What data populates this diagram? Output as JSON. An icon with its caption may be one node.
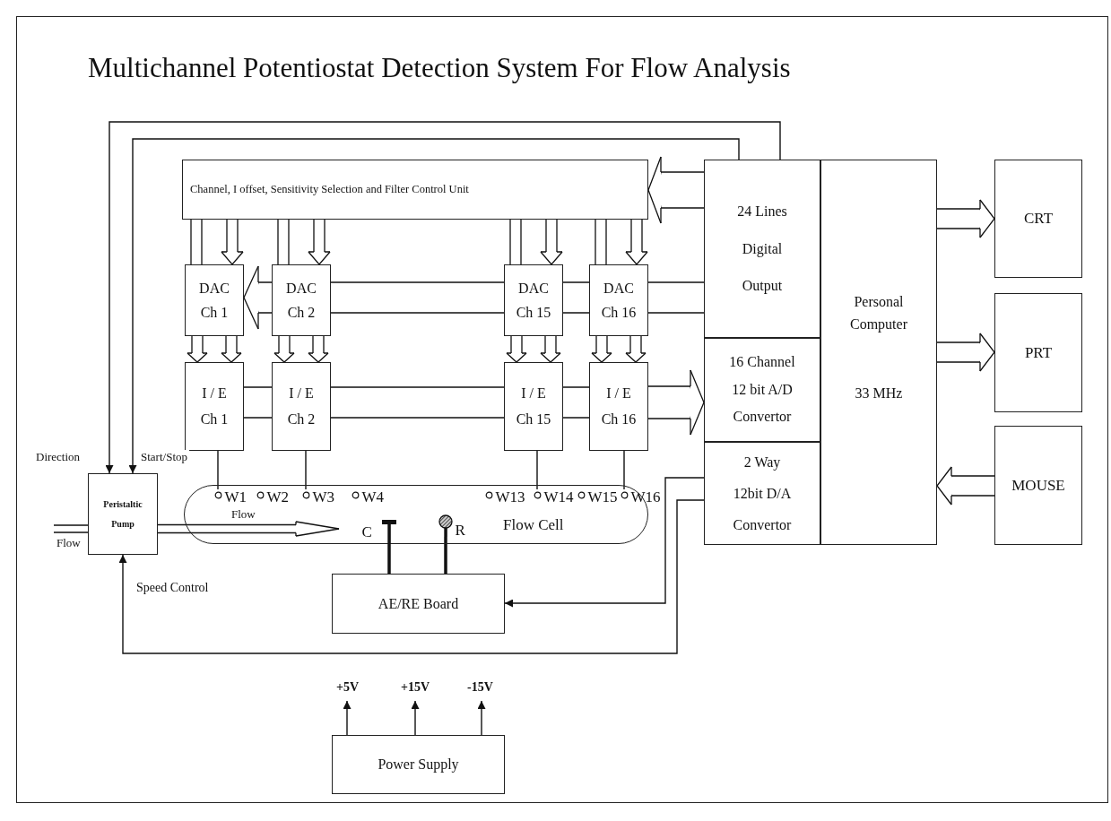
{
  "diagram": {
    "title": "Multichannel Potentiostat Detection System For Flow Analysis",
    "nodes": [
      {
        "text": [
          "Channel, I offset, Sensitivity Selection and Filter Control Unit"
        ]
      },
      {
        "text": [
          "24 Lines Digital Output"
        ]
      },
      {
        "text": [
          "16 Channel 12 bit A/D Convertor"
        ]
      },
      {
        "text": [
          "2 Way 12bit D/A Convertor"
        ]
      },
      {
        "text": [
          "Personal Computer",
          "33 MHz"
        ]
      },
      {
        "text": [
          "CRT"
        ]
      },
      {
        "text": [
          "PRT"
        ]
      },
      {
        "text": [
          "MOUSE"
        ]
      },
      {
        "text": [
          "DAC Ch 1"
        ]
      },
      {
        "text": [
          "DAC Ch 2"
        ]
      },
      {
        "text": [
          "DAC Ch 15"
        ]
      },
      {
        "text": [
          "DAC Ch 16"
        ]
      },
      {
        "text": [
          "I / E Ch 1"
        ]
      },
      {
        "text": [
          "I / E Ch 2"
        ]
      },
      {
        "text": [
          "I / E Ch 15"
        ]
      },
      {
        "text": [
          "I / E Ch 16"
        ]
      },
      {
        "text": [
          "Peristaltic Pump"
        ]
      },
      {
        "text": [
          "Flow Cell"
        ]
      },
      {
        "text": [
          "W1"
        ],
        "in": 17
      },
      {
        "text": [
          "W2"
        ],
        "in": 17
      },
      {
        "text": [
          "W3"
        ],
        "in": 17
      },
      {
        "text": [
          "W4"
        ],
        "in": 17
      },
      {
        "text": [
          "W13"
        ],
        "in": 17
      },
      {
        "text": [
          "W14"
        ],
        "in": 17
      },
      {
        "text": [
          "W15"
        ],
        "in": 17
      },
      {
        "text": [
          "W16"
        ],
        "in": 17
      },
      {
        "text": [
          "C"
        ],
        "in": 17
      },
      {
        "text": [
          "R"
        ],
        "in": 17
      },
      {
        "text": [
          "AE/RE Board"
        ]
      },
      {
        "text": [
          "Power Supply"
        ]
      }
    ],
    "edges": [
      {
        "from": 1,
        "to": 0,
        "arrow": "to"
      },
      {
        "from": 0,
        "to": 8,
        "arrow": "none"
      },
      {
        "from": 0,
        "to": 8,
        "arrow": "to"
      },
      {
        "from": 0,
        "to": 9,
        "arrow": "none"
      },
      {
        "from": 0,
        "to": 9,
        "arrow": "to"
      },
      {
        "from": 0,
        "to": 10,
        "arrow": "none"
      },
      {
        "from": 0,
        "to": 10,
        "arrow": "to"
      },
      {
        "from": 0,
        "to": 11,
        "arrow": "none"
      },
      {
        "from": 0,
        "to": 11,
        "arrow": "to"
      },
      {
        "from": 8,
        "to": 12,
        "arrow": "to"
      },
      {
        "from": 8,
        "to": 12,
        "arrow": "to"
      },
      {
        "from": 9,
        "to": 13,
        "arrow": "to"
      },
      {
        "from": 9,
        "to": 13,
        "arrow": "to"
      },
      {
        "from": 10,
        "to": 14,
        "arrow": "to"
      },
      {
        "from": 10,
        "to": 14,
        "arrow": "to"
      },
      {
        "from": 11,
        "to": 15,
        "arrow": "to"
      },
      {
        "from": 11,
        "to": 15,
        "arrow": "to"
      },
      {
        "from": 9,
        "to": 8,
        "arrow": "to"
      },
      {
        "from": 1,
        "to": 11,
        "arrow": "none"
      },
      {
        "from": 11,
        "to": 10,
        "arrow": "none"
      },
      {
        "from": 10,
        "to": 9,
        "arrow": "none"
      },
      {
        "from": 12,
        "to": 13,
        "arrow": "none"
      },
      {
        "from": 13,
        "to": 14,
        "arrow": "none"
      },
      {
        "from": 14,
        "to": 15,
        "arrow": "none"
      },
      {
        "from": 15,
        "to": 2,
        "arrow": "to"
      },
      {
        "from": 4,
        "to": 5,
        "arrow": "to"
      },
      {
        "from": 4,
        "to": 6,
        "arrow": "to"
      },
      {
        "from": 7,
        "to": 4,
        "arrow": "to"
      },
      {
        "from": 12,
        "to": 18,
        "arrow": "none"
      },
      {
        "from": 13,
        "to": 20,
        "arrow": "none"
      },
      {
        "from": 14,
        "to": 23,
        "arrow": "none"
      },
      {
        "from": 15,
        "to": 25,
        "arrow": "none"
      },
      {
        "from": 26,
        "to": 28,
        "arrow": "none",
        "style": "thick"
      },
      {
        "from": 27,
        "to": 28,
        "arrow": "none",
        "style": "thick"
      },
      {
        "from": 3,
        "to": 28,
        "arrow": "to"
      },
      {
        "from": 3,
        "to": 16,
        "arrow": "to",
        "label": "Speed Control"
      },
      {
        "from": 1,
        "to": 16,
        "arrow": "to",
        "label": "Direction"
      },
      {
        "from": 1,
        "to": 16,
        "arrow": "to",
        "label": "Start/Stop"
      },
      {
        "from": null,
        "to": 16,
        "arrow": "none",
        "label": "Flow"
      },
      {
        "from": 16,
        "to": 17,
        "arrow": "to",
        "label": "Flow"
      },
      {
        "from": 29,
        "to": null,
        "arrow": "to",
        "label": "+5V"
      },
      {
        "from": 29,
        "to": null,
        "arrow": "to",
        "label": "+15V"
      },
      {
        "from": 29,
        "to": null,
        "arrow": "to",
        "label": "-15V"
      }
    ]
  }
}
